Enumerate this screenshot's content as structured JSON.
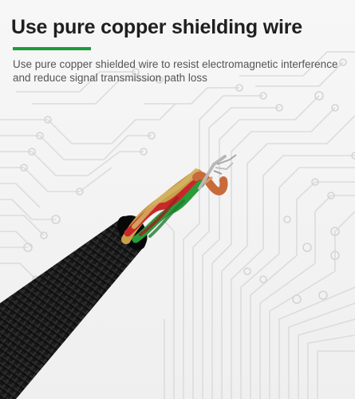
{
  "title": "Use pure copper shielding wire",
  "subtitle_line1": "Use pure copper shielded wire to resist electromagnetic interference",
  "subtitle_line2": "and reduce signal transmission path loss",
  "colors": {
    "accent": "#1a9d3a",
    "circuit": "#dcdcdc",
    "cable_jacket": "#1b1b1b",
    "wire_red": "#c8282a",
    "wire_green": "#2a9a3a",
    "wire_gold": "#c8a04a",
    "wire_copper": "#c86a3a"
  },
  "icons": {
    "illustration": "copper-shielded-cable-illustration",
    "background": "circuit-board-pattern"
  }
}
